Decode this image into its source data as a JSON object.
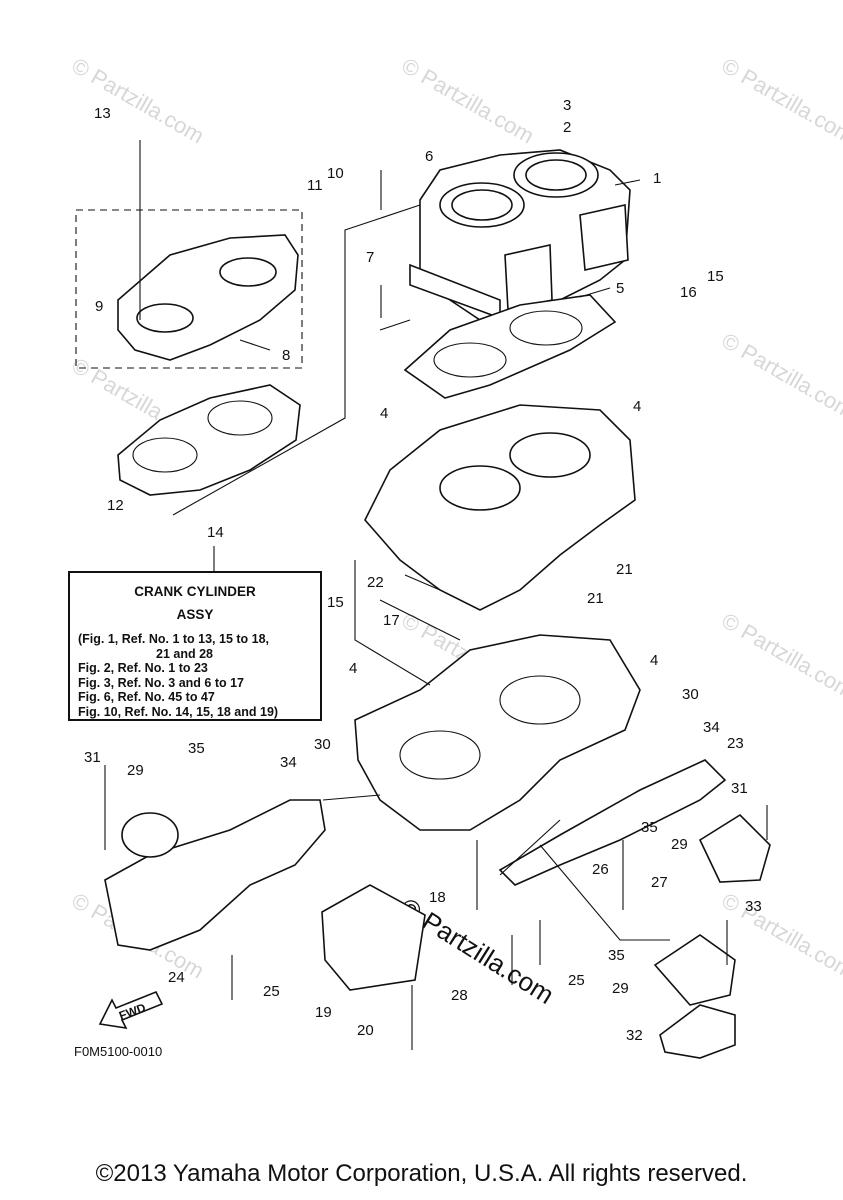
{
  "diagram": {
    "code": "F0M5100-0010",
    "copyright": "©2013 Yamaha Motor Corporation, U.S.A. All rights reserved.",
    "watermark": "© Partzilla.com",
    "center_watermark": "© Partzilla.com",
    "fwd_label": "FWD"
  },
  "assy_box": {
    "title": "CRANK CYLINDER",
    "subtitle": "ASSY",
    "lines": [
      "(Fig. 1, Ref. No. 1 to 13, 15 to 18,",
      "21 and 28",
      "Fig. 2, Ref. No. 1 to 23",
      "Fig. 3, Ref. No. 3 and 6 to 17",
      "Fig. 6, Ref. No. 45 to 47",
      "Fig. 10, Ref. No. 14, 15, 18 and 19)"
    ]
  },
  "callouts": [
    "1",
    "2",
    "3",
    "4",
    "5",
    "6",
    "7",
    "8",
    "9",
    "10",
    "11",
    "12",
    "13",
    "14",
    "15",
    "16",
    "17",
    "18",
    "19",
    "20",
    "21",
    "22",
    "23",
    "24",
    "25",
    "26",
    "27",
    "28",
    "29",
    "30",
    "31",
    "32",
    "33",
    "34",
    "35"
  ],
  "colors": {
    "ink": "#111111",
    "watermark": "#d7d7d7",
    "background": "#ffffff"
  }
}
